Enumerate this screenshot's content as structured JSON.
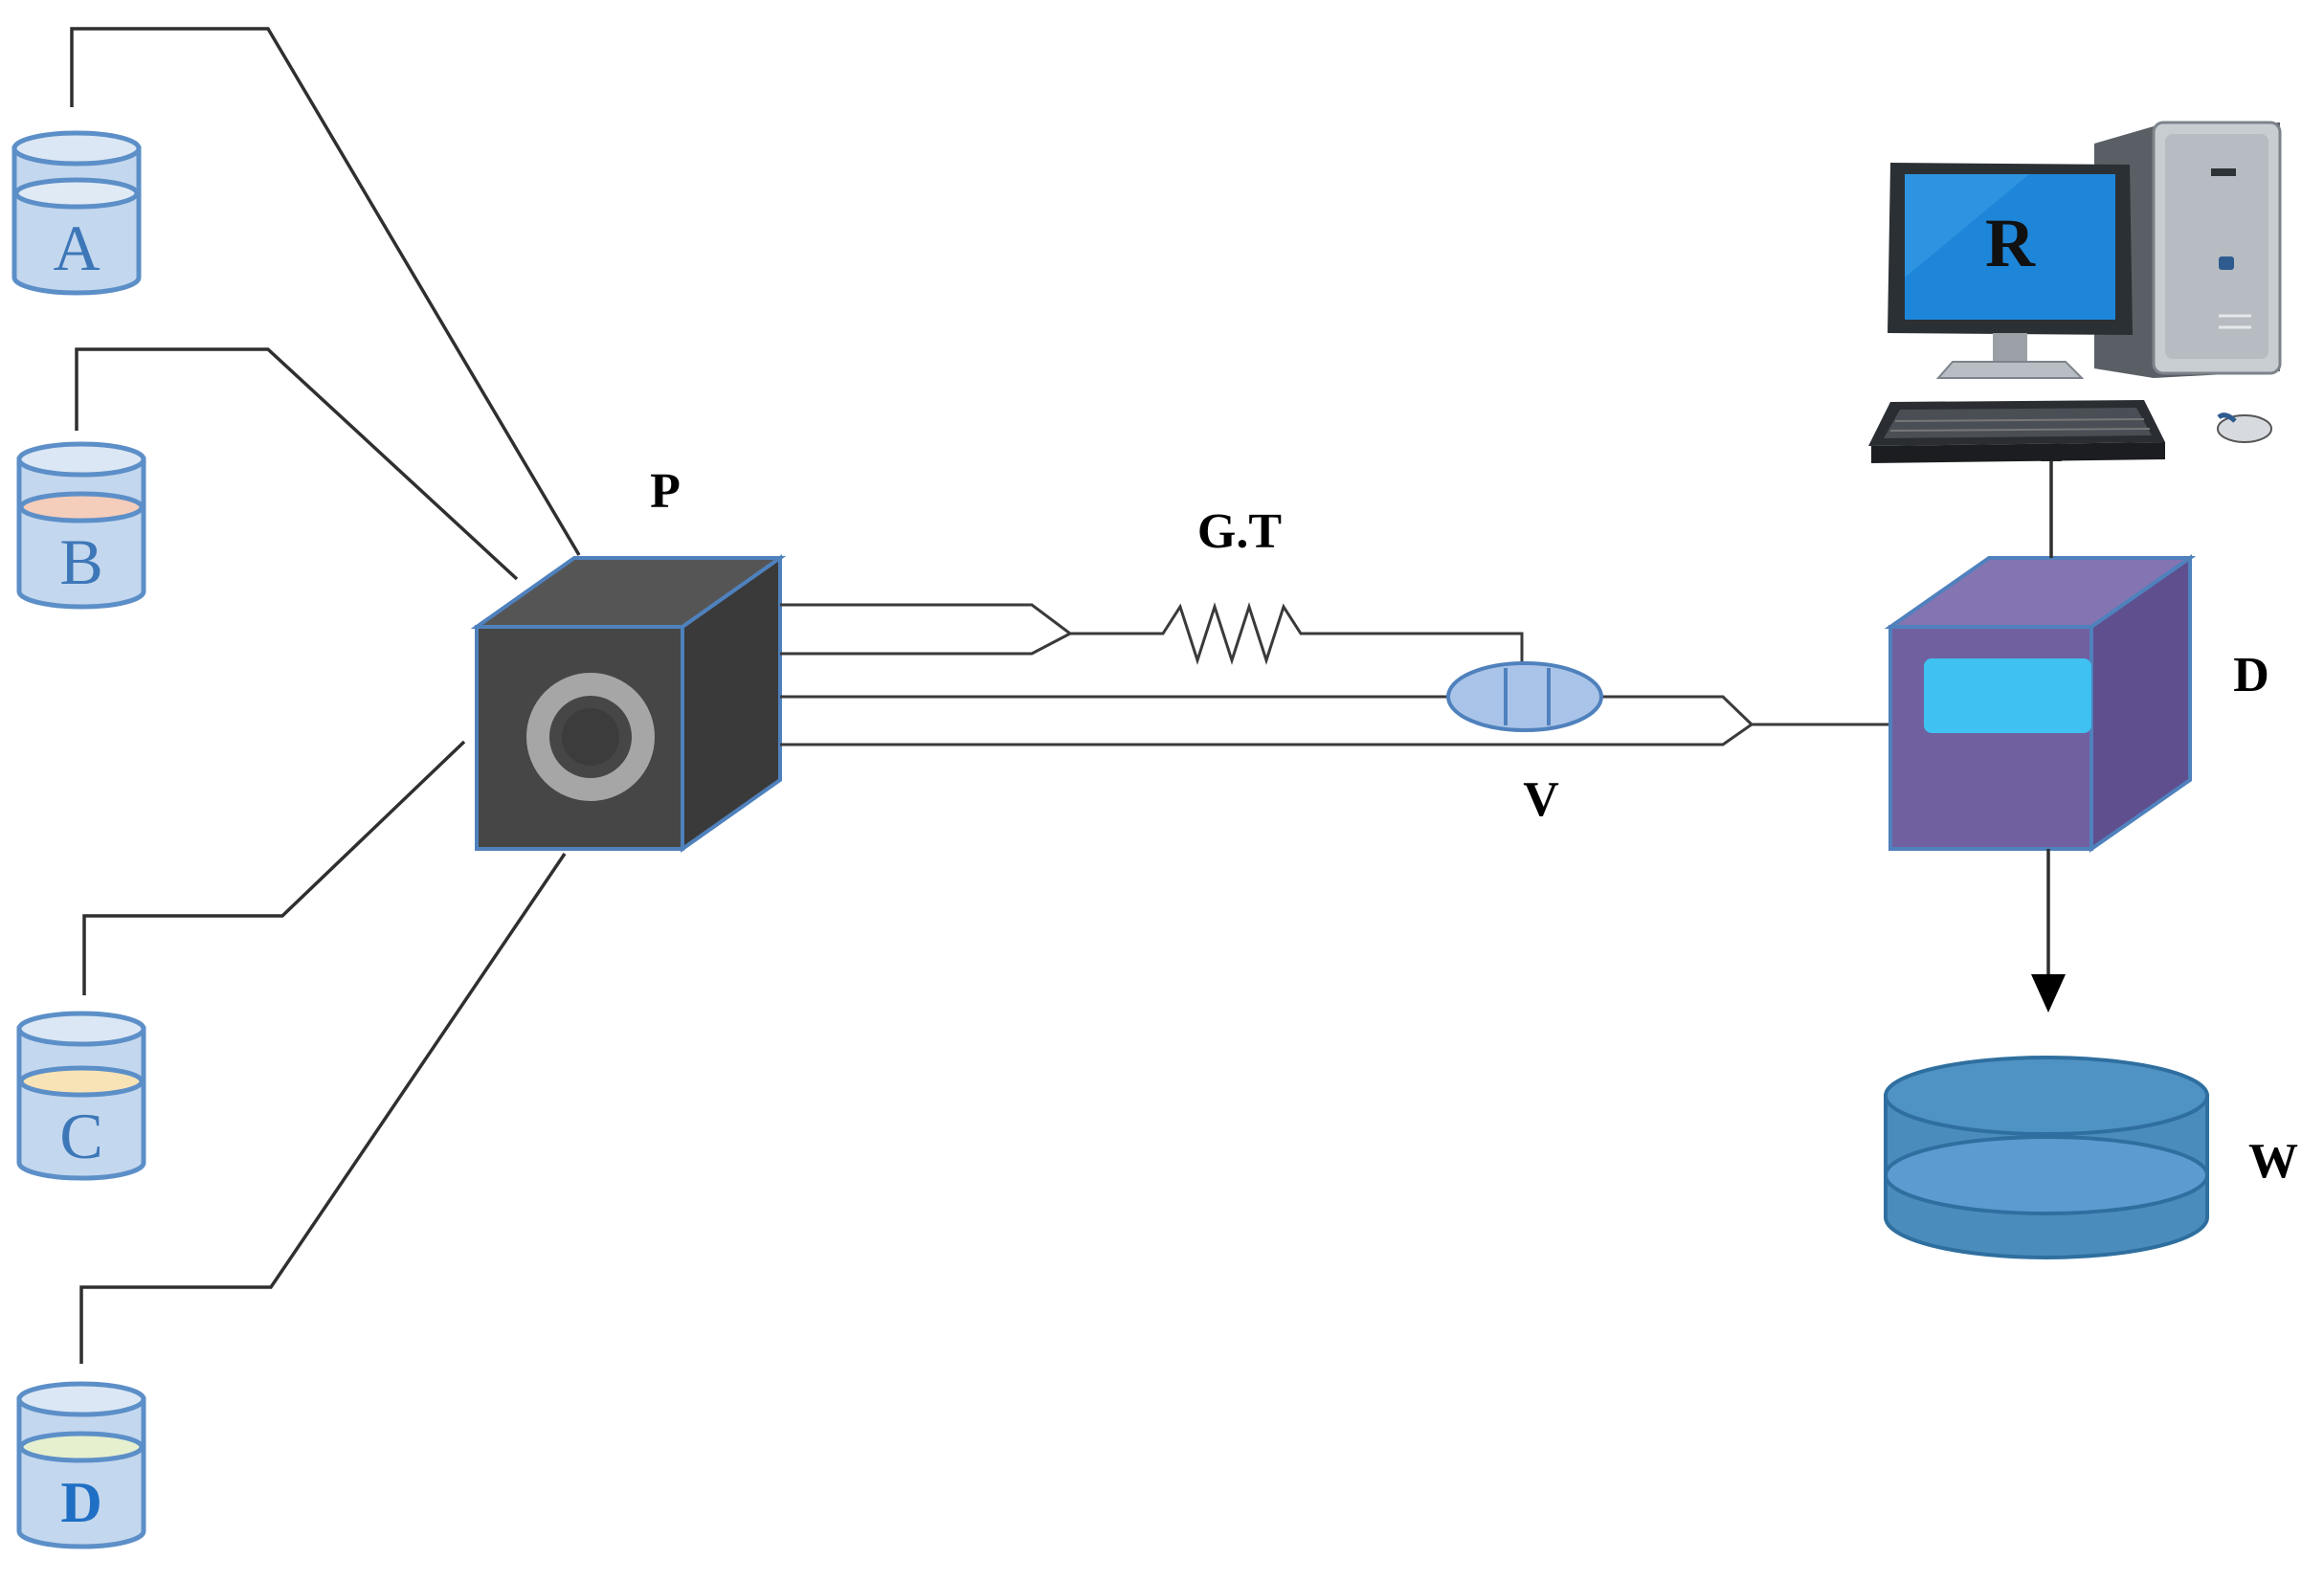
{
  "reservoirs": [
    {
      "label": "A",
      "liquid_color": "#dfeaf5",
      "label_color": "#3d77b8"
    },
    {
      "label": "B",
      "liquid_color": "#f4cdbb",
      "label_color": "#3d77b8"
    },
    {
      "label": "C",
      "liquid_color": "#f7e3b6",
      "label_color": "#3d77b8"
    },
    {
      "label": "D",
      "liquid_color": "#e6f0cf",
      "label_color": "#1f6fc4"
    }
  ],
  "pump": {
    "label": "P",
    "front_color": "#464646",
    "top_color": "#555555",
    "side_color": "#3a3a3a",
    "ring_color": "#a6a6a6",
    "border_color": "#4f81bd"
  },
  "guard_tube": {
    "label": "G.T"
  },
  "valve": {
    "label": "V",
    "fill_color": "#a9c4e8",
    "border_color": "#4f81bd"
  },
  "detector": {
    "label": "D",
    "front_color": "#7060a0",
    "top_color": "#8474b2",
    "side_color": "#5f4f8f",
    "screen_color": "#3fc1f1",
    "border_color": "#4f81bd"
  },
  "recorder": {
    "label": "R",
    "screen_color": "#1e86d8"
  },
  "waste": {
    "label": "W",
    "body_color": "#4a8dbd",
    "rim_color": "#5b9bd0",
    "border_color": "#2f6f9f"
  }
}
